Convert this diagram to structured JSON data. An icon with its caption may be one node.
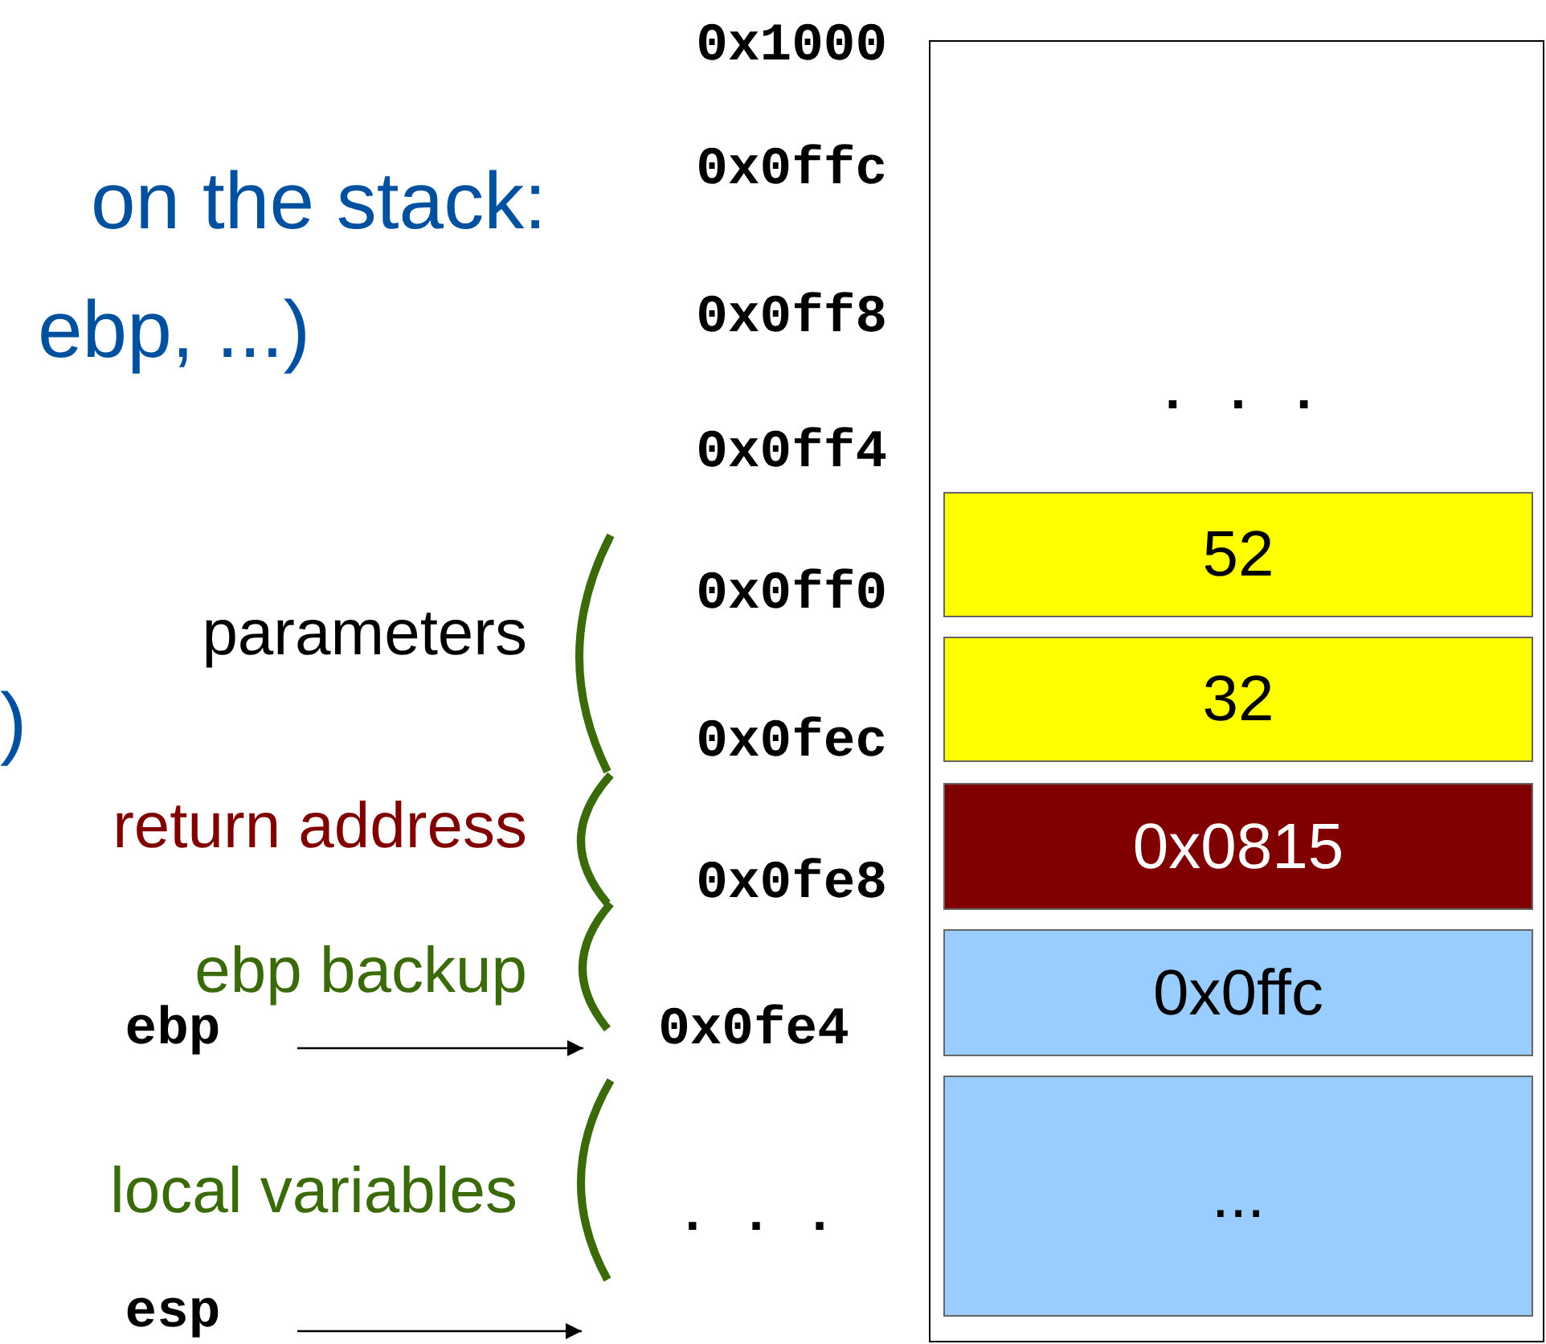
{
  "diagram": {
    "nodes": [
      {
        "text": [],
        "shape": "box"
      },
      {
        "text": [
          ". . ."
        ],
        "in": 0
      },
      {
        "text": [
          "52"
        ],
        "in": 0
      },
      {
        "text": [
          "32"
        ],
        "in": 0
      },
      {
        "text": [
          "0x0815"
        ],
        "in": 0
      },
      {
        "text": [
          "0x0ffc"
        ],
        "in": 0
      },
      {
        "text": [
          "..."
        ],
        "in": 0
      },
      {
        "text": [
          "ebp"
        ]
      },
      {
        "text": [
          "0x0fe4"
        ]
      },
      {
        "text": [
          "esp"
        ]
      }
    ],
    "edges": [
      {
        "from": 7,
        "to": 8,
        "arrow": "to"
      },
      {
        "from": 9,
        "to": null,
        "arrow": "to"
      }
    ],
    "labels": [
      "0x1000",
      "on the stack:",
      "0x0ffc",
      "ebp, ...)",
      "0x0ff8",
      "0x0ff4",
      "0x0ff0",
      "parameters",
      ")",
      "0x0fec",
      "return address",
      "0x0fe8",
      "ebp backup",
      "local variables",
      ". . ."
    ]
  }
}
